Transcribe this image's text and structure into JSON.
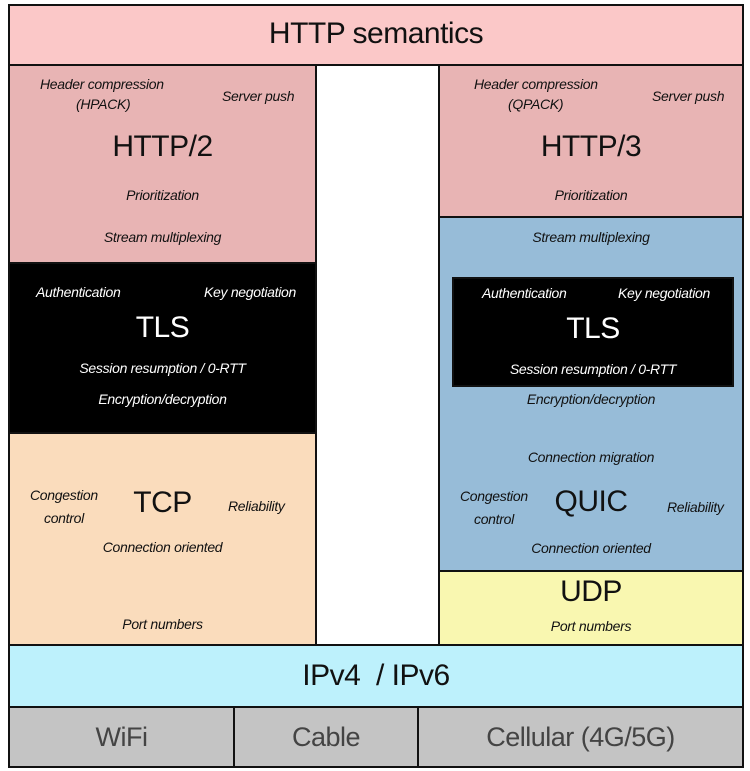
{
  "http_semantics": {
    "label": "HTTP semantics"
  },
  "http2": {
    "title": "HTTP/2",
    "header_compression": "Header compression",
    "header_compression_sub": "(HPACK)",
    "server_push": "Server push",
    "prioritization": "Prioritization",
    "stream_multiplexing": "Stream multiplexing"
  },
  "tls_left": {
    "title": "TLS",
    "authentication": "Authentication",
    "key_negotiation": "Key negotiation",
    "session_resumption": "Session resumption / 0-RTT",
    "encryption": "Encryption/decryption"
  },
  "tcp": {
    "title": "TCP",
    "congestion_1": "Congestion",
    "congestion_2": "control",
    "reliability": "Reliability",
    "connection_oriented": "Connection oriented",
    "port_numbers": "Port numbers"
  },
  "http3": {
    "title": "HTTP/3",
    "header_compression": "Header compression",
    "header_compression_sub": "(QPACK)",
    "server_push": "Server push",
    "prioritization": "Prioritization"
  },
  "quic": {
    "stream_multiplexing": "Stream multiplexing",
    "encryption": "Encryption/decryption",
    "connection_migration": "Connection migration",
    "congestion_1": "Congestion",
    "congestion_2": "control",
    "title": "QUIC",
    "reliability": "Reliability",
    "connection_oriented": "Connection oriented"
  },
  "tls_right": {
    "title": "TLS",
    "authentication": "Authentication",
    "key_negotiation": "Key negotiation",
    "session_resumption": "Session resumption / 0-RTT"
  },
  "udp": {
    "title": "UDP",
    "port_numbers": "Port numbers"
  },
  "ip": {
    "label": "IPv4  / IPv6"
  },
  "link": {
    "wifi": "WiFi",
    "cable": "Cable",
    "cellular": "Cellular (4G/5G)"
  },
  "colors": {
    "http_semantics": "#fbc8c8",
    "http": "#e8b4b4",
    "tls": "#000000",
    "tcp": "#fadcbc",
    "quic": "#97bcd8",
    "udp": "#f9f7b0",
    "ip": "#bdf1fc",
    "link": "#c4c4c4"
  }
}
